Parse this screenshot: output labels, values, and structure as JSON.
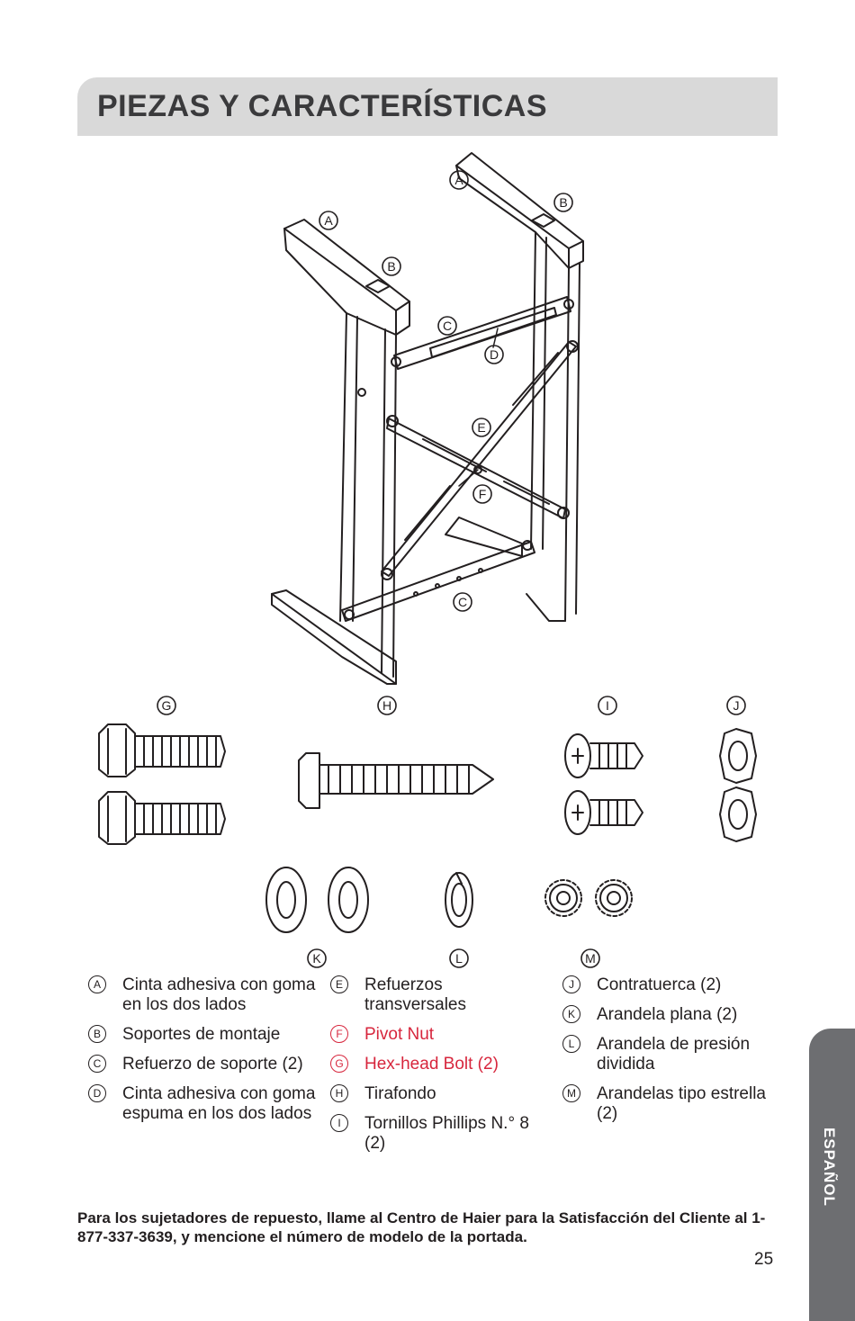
{
  "header": {
    "title": "PIEZAS Y CARACTERÍSTICAS"
  },
  "diagram_callouts": {
    "a1": "A",
    "a2": "A",
    "b1": "B",
    "b2": "B",
    "c1": "C",
    "d": "D",
    "e": "E",
    "f": "F",
    "c2": "C",
    "g": "G",
    "h": "H",
    "i": "I",
    "j": "J",
    "k": "K",
    "l": "L",
    "m": "M"
  },
  "legend": {
    "col1": [
      {
        "letter": "A",
        "text": "Cinta adhesiva con goma en los dos lados"
      },
      {
        "letter": "B",
        "text": "Soportes de montaje"
      },
      {
        "letter": "C",
        "text": "Refuerzo de soporte (2)"
      },
      {
        "letter": "D",
        "text": "Cinta adhesiva con goma espuma en los dos lados"
      }
    ],
    "col2": [
      {
        "letter": "E",
        "text": "Refuerzos transversales"
      },
      {
        "letter": "F",
        "text": "Pivot Nut"
      },
      {
        "letter": "G",
        "text": "Hex-head Bolt (2)"
      },
      {
        "letter": "H",
        "text": "Tirafondo"
      },
      {
        "letter": "I",
        "text": "Tornillos Phillips N.° 8 (2)"
      }
    ],
    "col3": [
      {
        "letter": "J",
        "text": "Contratuerca (2)"
      },
      {
        "letter": "K",
        "text": "Arandela plana (2)"
      },
      {
        "letter": "L",
        "text": "Arandela de presión dividida"
      },
      {
        "letter": "M",
        "text": "Arandelas tipo estrella (2)"
      }
    ]
  },
  "footer": {
    "note": "Para los sujetadores de repuesto, llame al Centro de Haier para la Satisfacción del Cliente al 1-877-337-3639, y mencione el número de modelo de la portada.",
    "page_number": "25"
  },
  "side_tab": {
    "label": "ESPAÑOL"
  },
  "colors": {
    "highlight": "#d7263d",
    "title_bar": "#d9d9d9",
    "side_tab": "#6d6e71"
  }
}
